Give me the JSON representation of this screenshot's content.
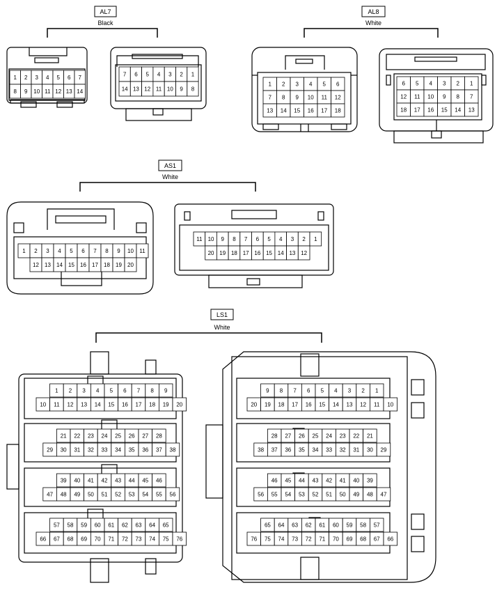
{
  "groups": [
    {
      "id": "AL7",
      "color": "Black"
    },
    {
      "id": "AL8",
      "color": "White"
    },
    {
      "id": "AS1",
      "color": "White"
    },
    {
      "id": "LS1",
      "color": "White"
    }
  ],
  "connectors": {
    "AL7_male": {
      "rows": [
        [
          "1",
          "2",
          "3",
          "4",
          "5",
          "6",
          "7"
        ],
        [
          "8",
          "9",
          "10",
          "11",
          "12",
          "13",
          "14"
        ]
      ]
    },
    "AL7_female": {
      "rows": [
        [
          "7",
          "6",
          "5",
          "4",
          "3",
          "2",
          "1"
        ],
        [
          "14",
          "13",
          "12",
          "11",
          "10",
          "9",
          "8"
        ]
      ]
    },
    "AL8_male": {
      "rows": [
        [
          "1",
          "2",
          "3",
          "4",
          "5",
          "6"
        ],
        [
          "7",
          "8",
          "9",
          "10",
          "11",
          "12"
        ],
        [
          "13",
          "14",
          "15",
          "16",
          "17",
          "18"
        ]
      ]
    },
    "AL8_female": {
      "rows": [
        [
          "6",
          "5",
          "4",
          "3",
          "2",
          "1"
        ],
        [
          "12",
          "11",
          "10",
          "9",
          "8",
          "7"
        ],
        [
          "18",
          "17",
          "16",
          "15",
          "14",
          "13"
        ]
      ]
    },
    "AS1_male": {
      "rows": [
        [
          "1",
          "2",
          "3",
          "4",
          "5",
          "6",
          "7",
          "8",
          "9",
          "10",
          "11"
        ],
        [
          "12",
          "13",
          "14",
          "15",
          "16",
          "17",
          "18",
          "19",
          "20"
        ]
      ]
    },
    "AS1_female": {
      "rows": [
        [
          "11",
          "10",
          "9",
          "8",
          "7",
          "6",
          "5",
          "4",
          "3",
          "2",
          "1"
        ],
        [
          "20",
          "19",
          "18",
          "17",
          "16",
          "15",
          "14",
          "13",
          "12"
        ]
      ]
    },
    "LS1_male": {
      "rows": [
        [
          "1",
          "2",
          "3",
          "4",
          "5",
          "6",
          "7",
          "8",
          "9"
        ],
        [
          "10",
          "11",
          "12",
          "13",
          "14",
          "15",
          "16",
          "17",
          "18",
          "19",
          "20"
        ],
        [
          "21",
          "22",
          "23",
          "24",
          "25",
          "26",
          "27",
          "28"
        ],
        [
          "29",
          "30",
          "31",
          "32",
          "33",
          "34",
          "35",
          "36",
          "37",
          "38"
        ],
        [
          "39",
          "40",
          "41",
          "42",
          "43",
          "44",
          "45",
          "46"
        ],
        [
          "47",
          "48",
          "49",
          "50",
          "51",
          "52",
          "53",
          "54",
          "55",
          "56"
        ],
        [
          "57",
          "58",
          "59",
          "60",
          "61",
          "62",
          "63",
          "64",
          "65"
        ],
        [
          "66",
          "67",
          "68",
          "69",
          "70",
          "71",
          "72",
          "73",
          "74",
          "75",
          "76"
        ]
      ]
    },
    "LS1_female": {
      "rows": [
        [
          "9",
          "8",
          "7",
          "6",
          "5",
          "4",
          "3",
          "2",
          "1"
        ],
        [
          "20",
          "19",
          "18",
          "17",
          "16",
          "15",
          "14",
          "13",
          "12",
          "11",
          "10"
        ],
        [
          "28",
          "27",
          "26",
          "25",
          "24",
          "23",
          "22",
          "21"
        ],
        [
          "38",
          "37",
          "36",
          "35",
          "34",
          "33",
          "32",
          "31",
          "30",
          "29"
        ],
        [
          "46",
          "45",
          "44",
          "43",
          "42",
          "41",
          "40",
          "39"
        ],
        [
          "56",
          "55",
          "54",
          "53",
          "52",
          "51",
          "50",
          "49",
          "48",
          "47"
        ],
        [
          "65",
          "64",
          "63",
          "62",
          "61",
          "60",
          "59",
          "58",
          "57"
        ],
        [
          "76",
          "75",
          "74",
          "73",
          "72",
          "71",
          "70",
          "69",
          "68",
          "67",
          "66"
        ]
      ]
    }
  }
}
